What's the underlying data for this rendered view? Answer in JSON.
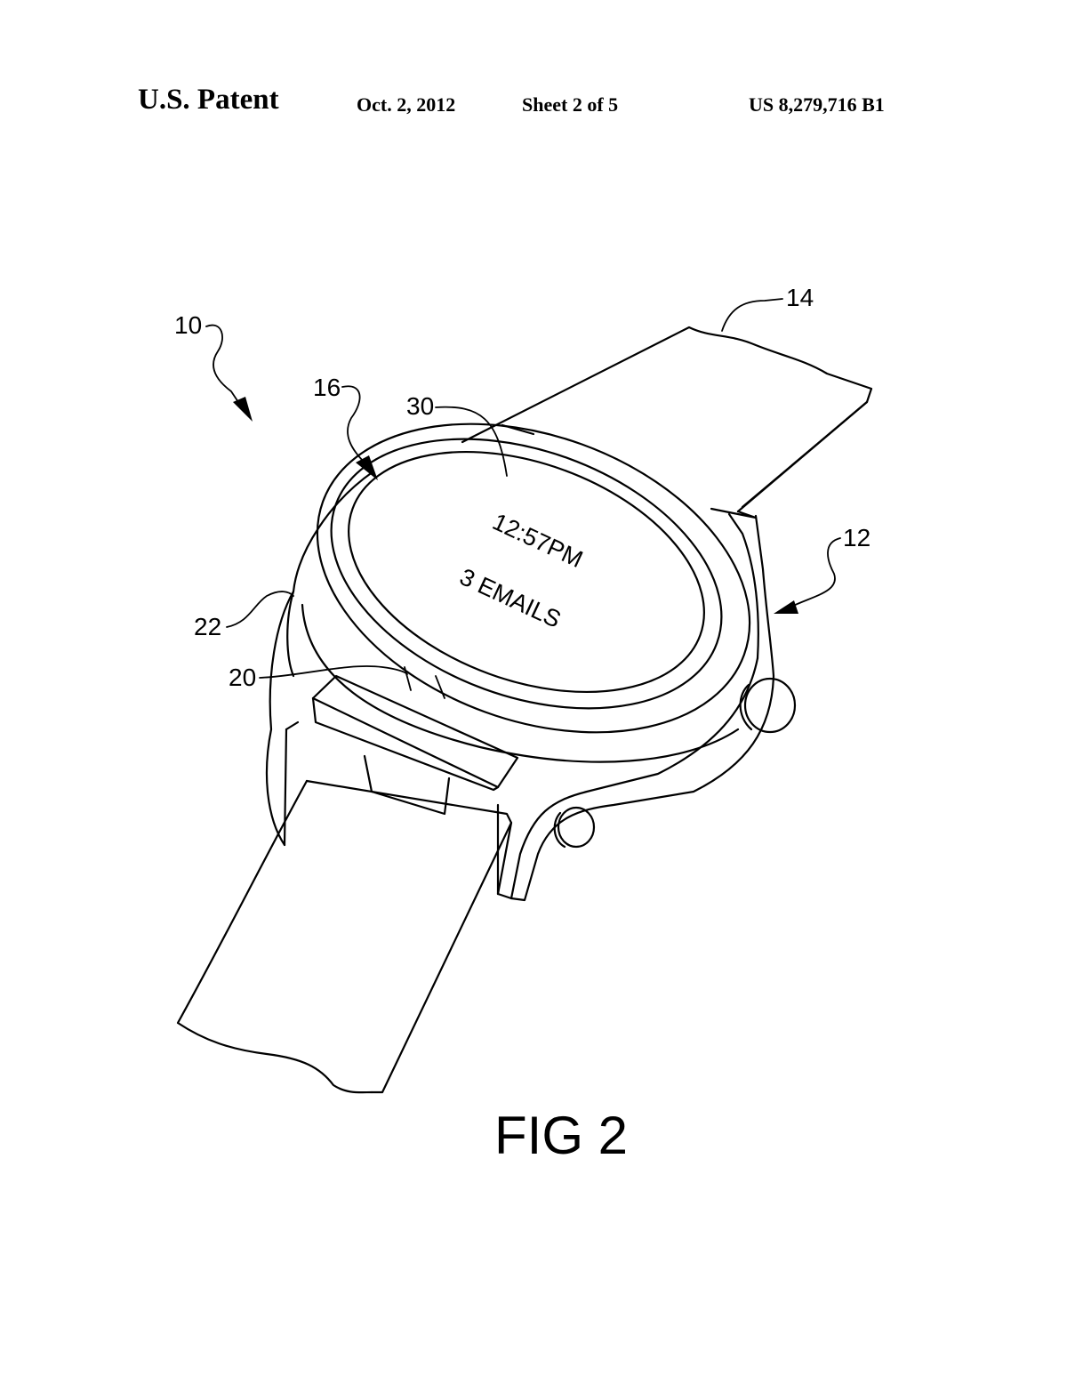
{
  "header": {
    "title": "U.S. Patent",
    "date": "Oct. 2, 2012",
    "sheet": "Sheet 2 of 5",
    "patent_number": "US 8,279,716 B1"
  },
  "figure": {
    "caption": "FIG 2",
    "screen_lines": [
      "12:57PM",
      "3 EMAILS"
    ],
    "reference_numerals": {
      "device": "10",
      "case": "12",
      "band": "14",
      "bezel": "16",
      "sensor": "20",
      "housing": "22",
      "display": "30"
    }
  },
  "colors": {
    "ink": "#000000",
    "paper": "#ffffff"
  }
}
